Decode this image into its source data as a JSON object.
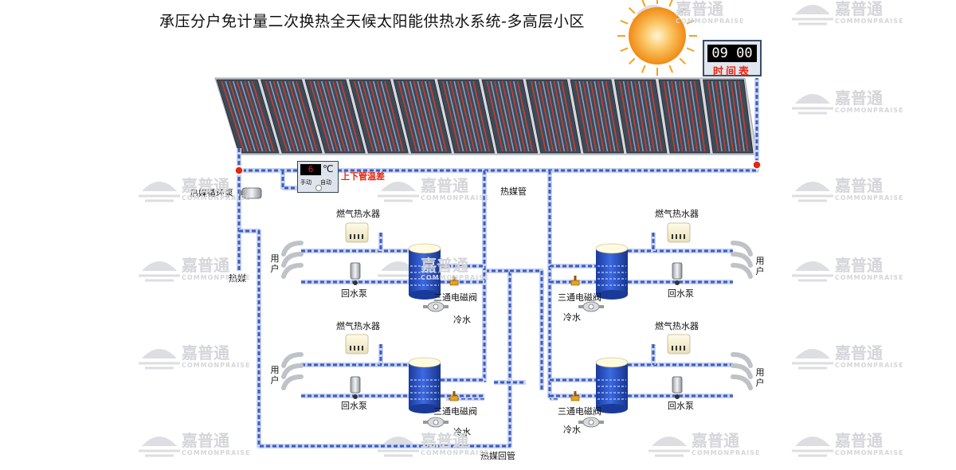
{
  "title": "承压分户免计量二次换热全天候太阳能供热水系统-多高层小区",
  "timer": {
    "time": "09 00",
    "label": "时间表"
  },
  "controller": {
    "value": "6",
    "unit": "℃",
    "btn_manual": "手动",
    "btn_auto": "自动",
    "label": "上下管温差"
  },
  "labels": {
    "circulation_pump": "热媒循环泵",
    "heat_medium": "热媒",
    "heat_medium_pipe": "热媒管",
    "heat_medium_return": "热媒回管",
    "gas_heater": "燃气热水器",
    "user": "用户",
    "return_pump": "回水泵",
    "three_way_valve": "三通电磁阀",
    "cold_water": "冷水"
  },
  "watermark": {
    "brand": "嘉普通",
    "brand_en": "COMMONPRAISE"
  },
  "colors": {
    "pipe_blue": "#3a5cc0",
    "pipe_light": "#c8d2f0",
    "tank_blue": "#1f47b8",
    "sun_orange": "#f7a21b",
    "sensor_red": "#e8260e",
    "panel_red": "#c8412a"
  }
}
